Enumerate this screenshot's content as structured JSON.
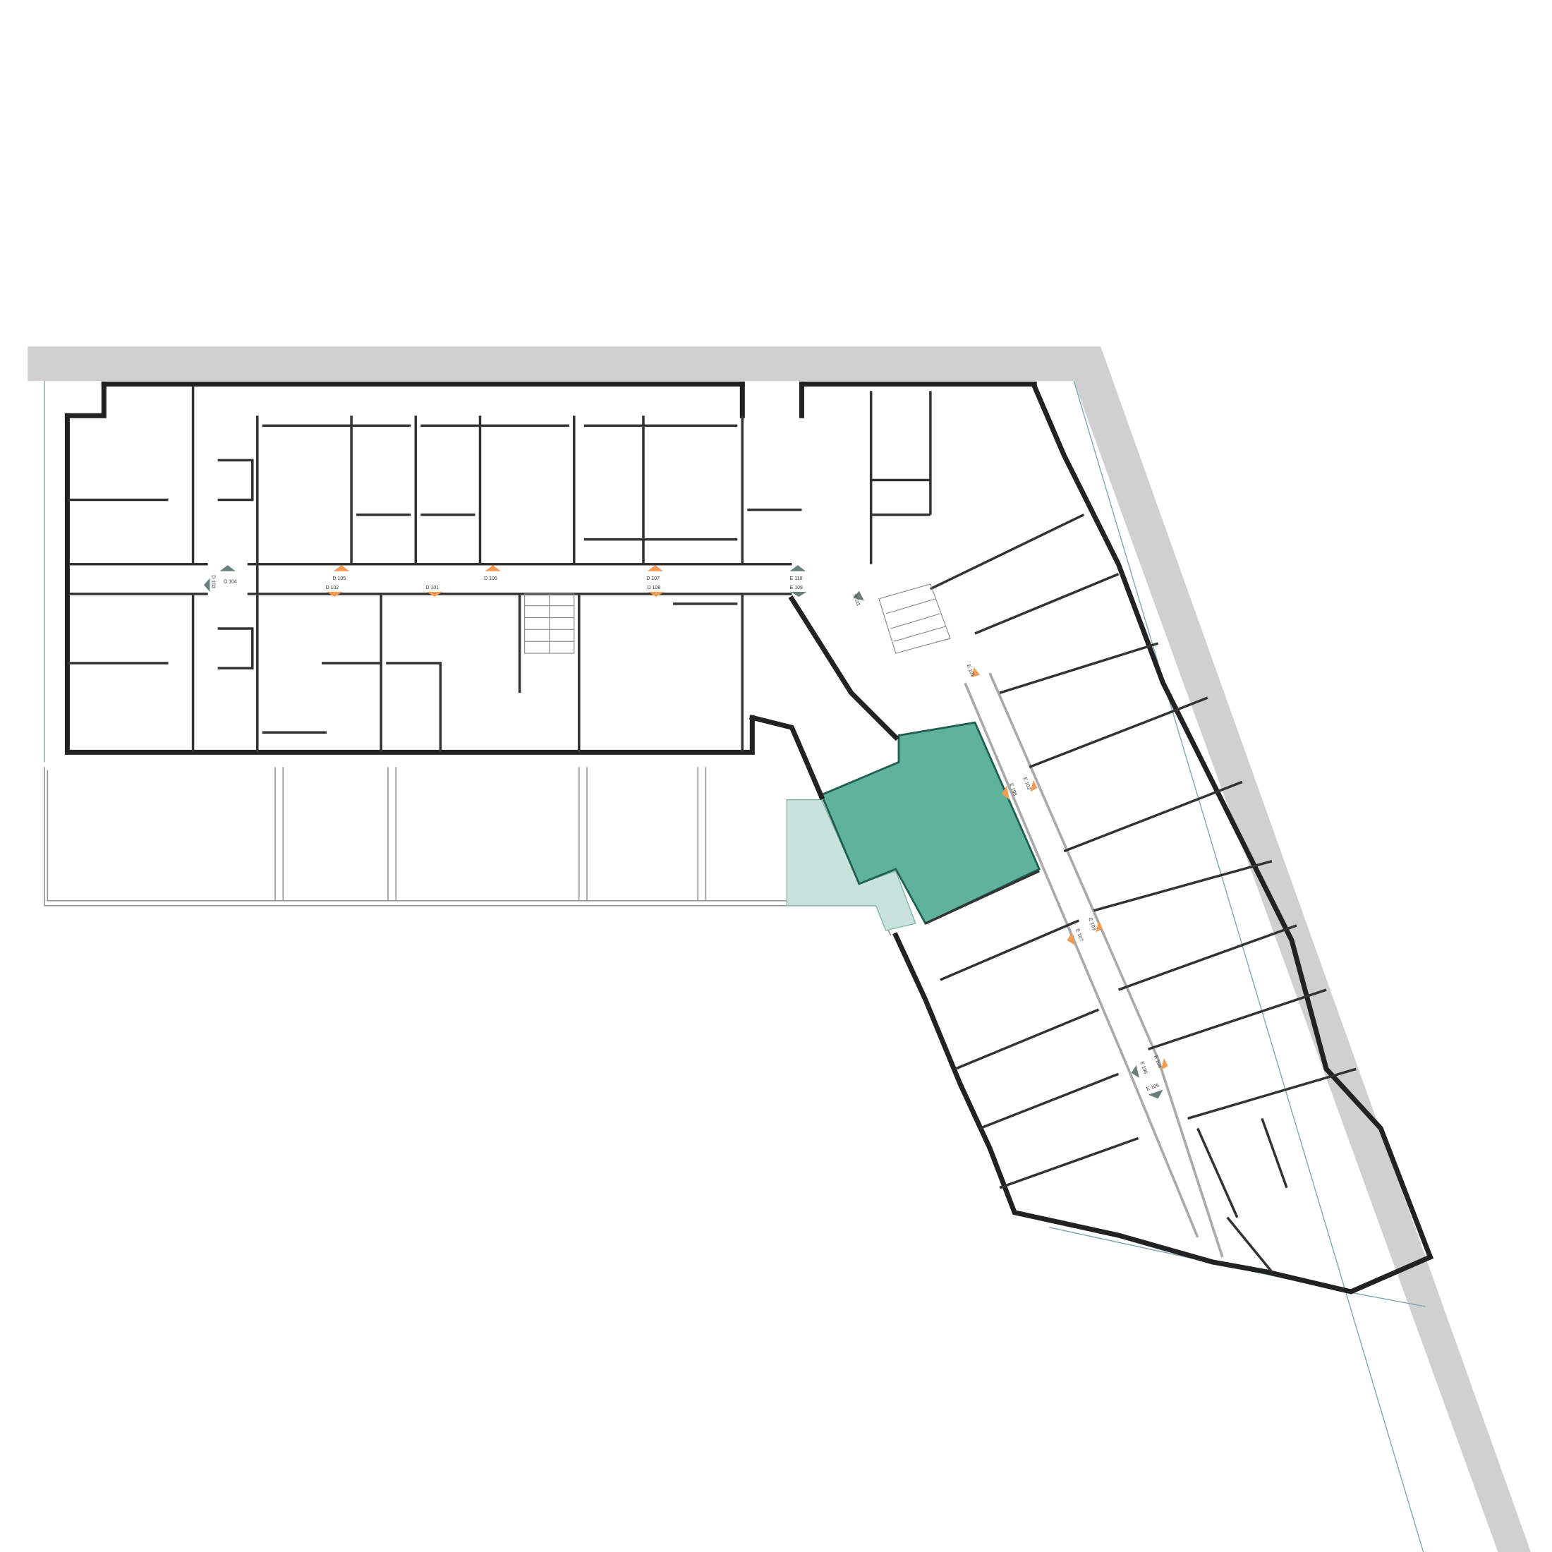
{
  "plan": {
    "highlight_color": "#5fb39c",
    "terrace_color": "#c9e3dc",
    "road_color": "#d0d0d0",
    "door_labels": [
      {
        "id": "d104",
        "text": "D 104",
        "marker": "grey"
      },
      {
        "id": "d103",
        "text": "D 103",
        "marker": "grey"
      },
      {
        "id": "d105",
        "text": "D 105",
        "marker": "orange"
      },
      {
        "id": "d106",
        "text": "D 106",
        "marker": "orange"
      },
      {
        "id": "d107",
        "text": "D 107",
        "marker": "orange"
      },
      {
        "id": "d102",
        "text": "D 102",
        "marker": "orange"
      },
      {
        "id": "d101",
        "text": "D 101",
        "marker": "orange"
      },
      {
        "id": "d108",
        "text": "D 108",
        "marker": "orange"
      },
      {
        "id": "e110",
        "text": "E 110",
        "marker": "grey"
      },
      {
        "id": "e109",
        "text": "E 109",
        "marker": "grey"
      },
      {
        "id": "e111",
        "text": "E 111",
        "marker": "grey"
      },
      {
        "id": "e101",
        "text": "E 101",
        "marker": "orange"
      },
      {
        "id": "e108",
        "text": "E 108",
        "marker": "orange"
      },
      {
        "id": "e102",
        "text": "E 102",
        "marker": "orange"
      },
      {
        "id": "e107",
        "text": "E 107",
        "marker": "orange"
      },
      {
        "id": "e103",
        "text": "E 103",
        "marker": "orange"
      },
      {
        "id": "e106",
        "text": "E 106",
        "marker": "grey"
      },
      {
        "id": "e104",
        "text": "E 104",
        "marker": "orange"
      },
      {
        "id": "e105",
        "text": "E 105",
        "marker": "grey"
      }
    ]
  }
}
